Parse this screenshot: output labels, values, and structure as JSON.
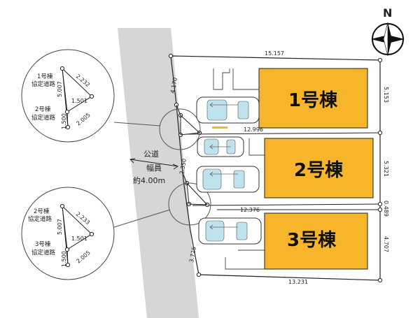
{
  "compass": {
    "label": "N"
  },
  "road": {
    "name": "公道",
    "width_label": "幅員",
    "width_value": "約4.00m"
  },
  "buildings": [
    {
      "label": "1号棟"
    },
    {
      "label": "2号棟"
    },
    {
      "label": "3号棟"
    }
  ],
  "dimensions": {
    "top": "15.157",
    "bottom": "13.231",
    "right_1": "5.153",
    "right_2": "5.321",
    "right_gap": "0.489",
    "right_3": "4.707",
    "left_top": "4.170",
    "left_mid": "2.350",
    "left_bottom": "3.725",
    "boundary_1_2": "12.996",
    "boundary_2_3": "12.376"
  },
  "detail_top": {
    "label_a_line1": "1号棟",
    "label_a_line2": "協定道路",
    "label_b_line1": "2号棟",
    "label_b_line2": "協定道路",
    "d_upper_diag": "2.232",
    "d_left_vert": "5.007",
    "d_middle": "1.501",
    "d_lower_vert": "1.500",
    "d_lower_diag": "2.005"
  },
  "detail_bottom": {
    "label_a_line1": "2号棟",
    "label_a_line2": "協定道路",
    "label_b_line1": "3号棟",
    "label_b_line2": "協定道路",
    "d_upper_diag": "2.233",
    "d_left_vert": "5.007",
    "d_middle": "1.501",
    "d_lower_vert": "1.500",
    "d_lower_diag": "2.005"
  },
  "colors": {
    "building_fill": "#f7b52c",
    "road_fill": "#d6d6d6",
    "line": "#222222"
  }
}
